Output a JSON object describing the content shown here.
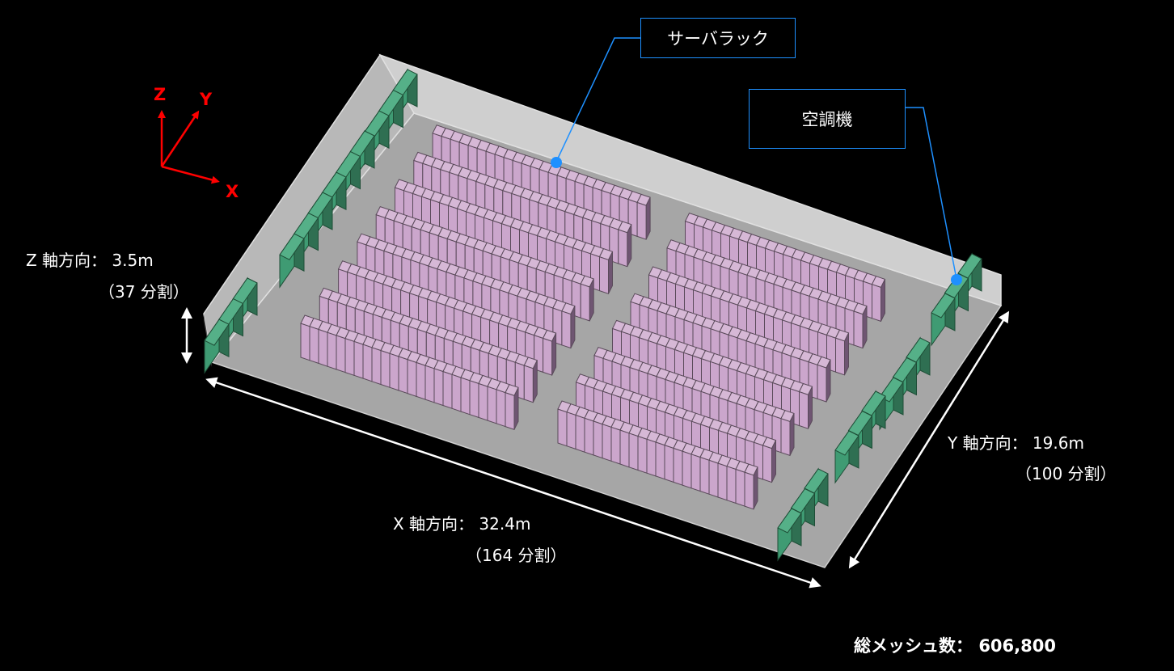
{
  "axes": {
    "x": "X",
    "y": "Y",
    "z": "Z"
  },
  "colors": {
    "background": "#000000",
    "floor": "#a6a6a6",
    "wall": "#bfbfbf",
    "rack": "#cba6cc",
    "ac_unit": "#3f9b73",
    "axis_arrow": "#ff0000",
    "callout": "#1e90ff",
    "dimension_arrow": "#ffffff"
  },
  "callouts": {
    "server_rack": "サーバラック",
    "air_conditioner": "空調機"
  },
  "dimensions": {
    "z_axis": "Z 軸方向：  3.5m",
    "z_divisions": "（37 分割）",
    "x_axis": "X 軸方向：  32.4m",
    "x_divisions": "（164 分割）",
    "y_axis": "Y 軸方向：  19.6m",
    "y_divisions": "（100 分割）"
  },
  "total_mesh": {
    "label": "総メッシュ数：",
    "value": "606,800"
  }
}
